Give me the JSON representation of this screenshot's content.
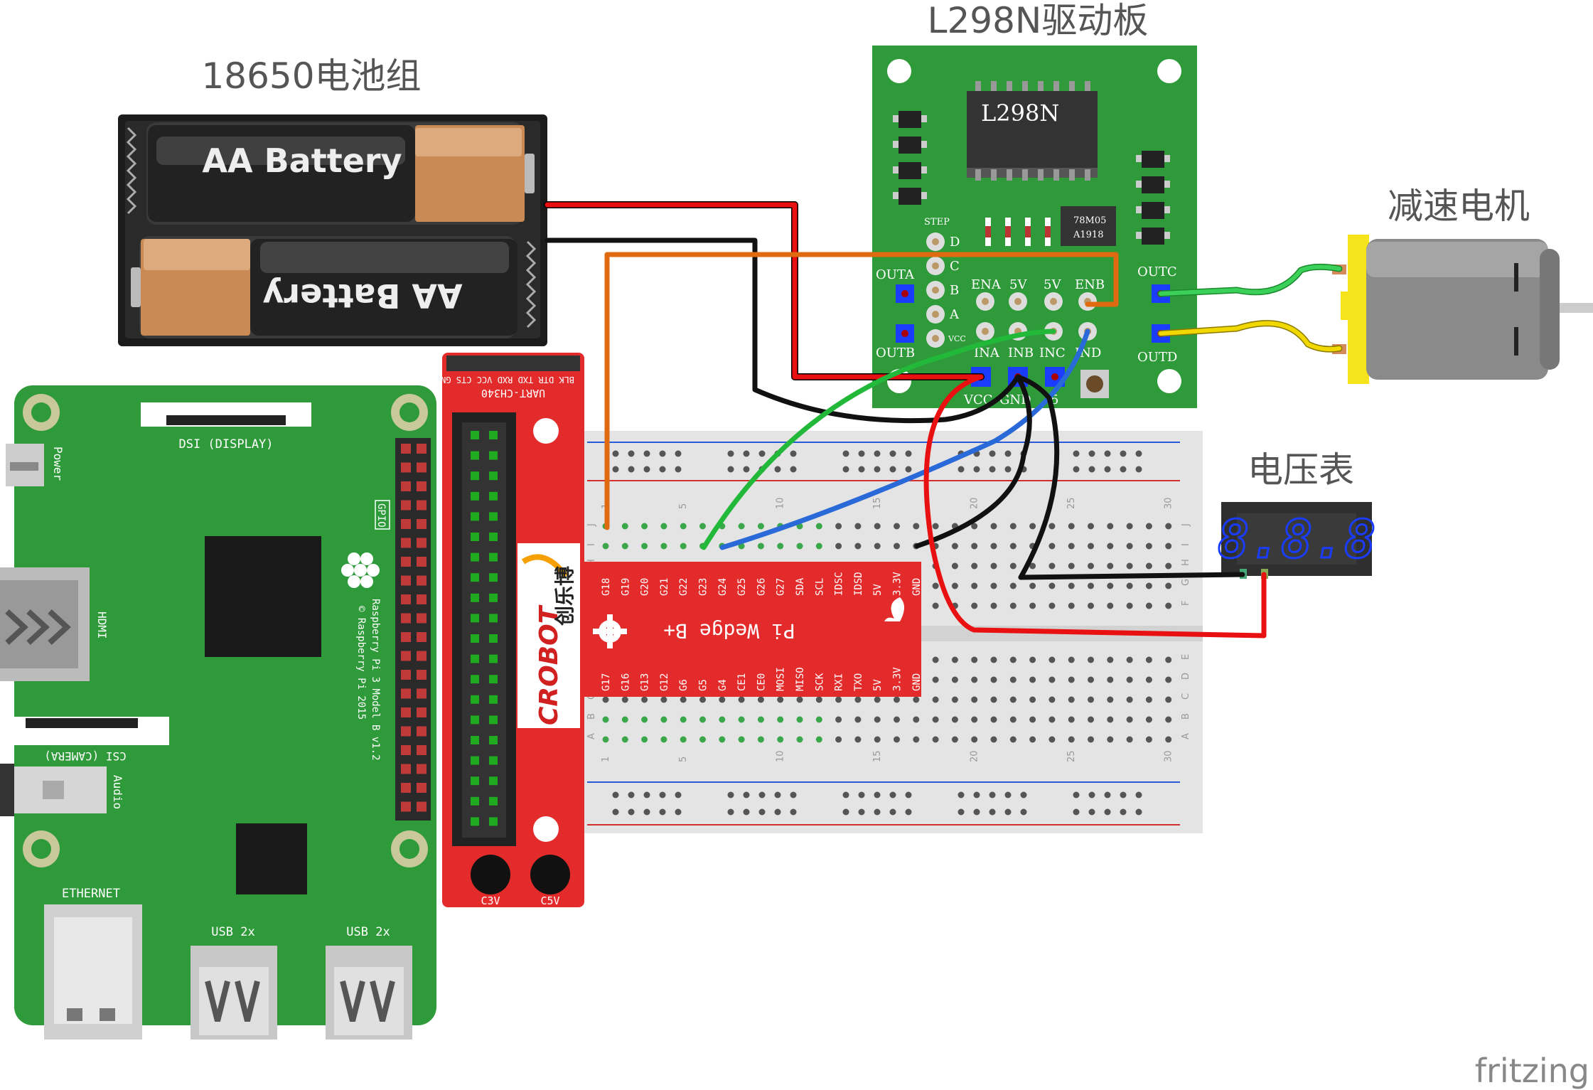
{
  "labels": {
    "battery_pack": "18650电池组",
    "driver_board": "L298N驱动板",
    "motor": "减速电机",
    "voltmeter": "电压表",
    "watermark": "fritzing"
  },
  "battery": {
    "cell1": "AA Battery",
    "cell2": "AA Battery"
  },
  "l298n": {
    "chip": "L298N",
    "regulator_line1": "78M05",
    "regulator_line2": "A1918",
    "step": "STEP",
    "d": "D",
    "c": "C",
    "b": "B",
    "a": "A",
    "vcc_small": "VCC",
    "outa": "OUTA",
    "outb": "OUTB",
    "outc": "OUTC",
    "outd": "OUTD",
    "ena": "ENA",
    "v5a": "5V",
    "v5b": "5V",
    "enb": "ENB",
    "ina": "INA",
    "inb": "INB",
    "inc": "INC",
    "ind": "IND",
    "vcc": "VCC",
    "gnd": "GND",
    "five": "5"
  },
  "rpi": {
    "dsi": "DSI (DISPLAY)",
    "power": "Power",
    "hdmi": "HDMI",
    "csi": "CSI (CAMERA)",
    "audio": "Audio",
    "gpio": "GPIO",
    "model": "Raspberry Pi 3 Model B v1.2",
    "copyright": "© Raspberry Pi 2015",
    "ethernet": "ETHERNET",
    "usb1": "USB 2x",
    "usb2": "USB 2x"
  },
  "adapter": {
    "uart": "UART-CH340",
    "pins_top": "BLK DTR TXD RXD VCC CTS GND GRN",
    "brand": "CROBOT",
    "brand_cn": "创乐博",
    "c3v": "C3V",
    "c5v": "C5V"
  },
  "wedge": {
    "name": "Pi Wedge B+",
    "top_pins": [
      "G18",
      "G19",
      "G20",
      "G21",
      "G22",
      "G23",
      "G24",
      "G25",
      "G26",
      "G27",
      "SDA",
      "SCL",
      "IDSC",
      "IDSD",
      "5V",
      "3.3V",
      "GND"
    ],
    "bottom_pins": [
      "G17",
      "G16",
      "G13",
      "G12",
      "G6",
      "G5",
      "G4",
      "CE1",
      "CE0",
      "MOSI",
      "MISO",
      "SCK",
      "RXI",
      "TXO",
      "5V",
      "3.3V",
      "GND"
    ]
  },
  "breadboard": {
    "col_numbers": [
      "1",
      "5",
      "10",
      "15",
      "20",
      "25",
      "30"
    ],
    "rows_top": [
      "J",
      "I",
      "H",
      "G",
      "F"
    ],
    "rows_bottom": [
      "E",
      "D",
      "C",
      "B",
      "A"
    ]
  },
  "voltmeter": {
    "display": "8.8.8"
  },
  "colors": {
    "pcb_green": "#2f9a3a",
    "adapter_red": "#e32b2b",
    "wire_red": "#e81010",
    "wire_black": "#111111",
    "wire_orange": "#e06a10",
    "wire_green": "#22b83a",
    "wire_blue": "#2a6ad8",
    "wire_yellow": "#f0d800",
    "led_blue": "#1a3cff"
  }
}
